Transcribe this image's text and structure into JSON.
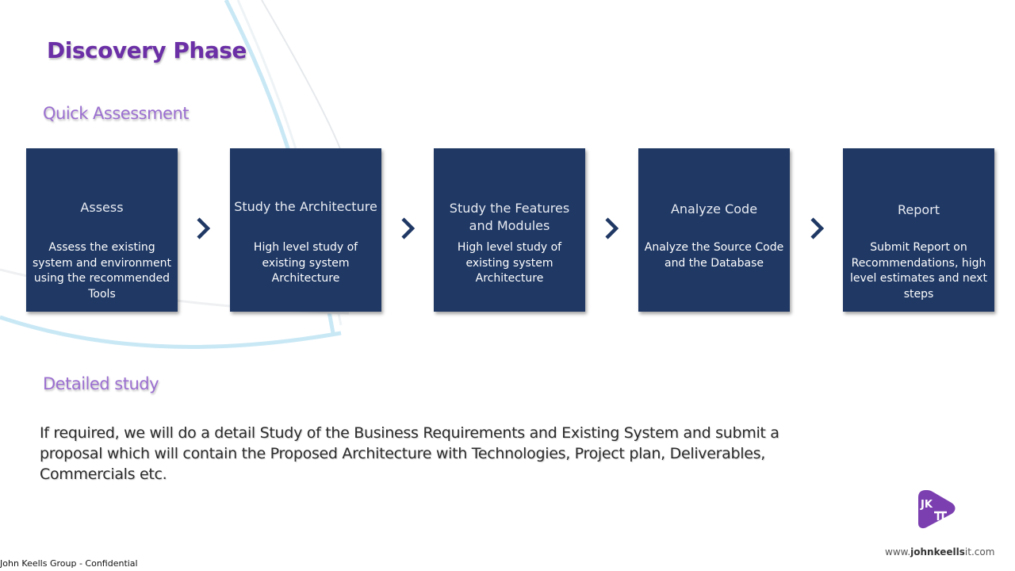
{
  "slide": {
    "title": "Discovery Phase",
    "section1_heading": "Quick Assessment",
    "section2_heading": "Detailed study",
    "detail_text": "If required, we will do a detail Study of the Business Requirements and Existing System and submit a proposal which will contain the Proposed Architecture with Technologies, Project plan, Deliverables, Commercials etc."
  },
  "steps": [
    {
      "title": "Assess",
      "description": "Assess the existing system and environment using the recommended Tools"
    },
    {
      "title": "Study the Architecture",
      "description": "High level study of existing system Architecture"
    },
    {
      "title": "Study the Features and Modules",
      "description": "High level study of existing system Architecture"
    },
    {
      "title": "Analyze Code",
      "description": "Analyze the Source Code and the Database"
    },
    {
      "title": "Report",
      "description": "Submit Report on Recommendations, high level estimates and next steps"
    }
  ],
  "footer": {
    "confidential": "John Keells Group - Confidential",
    "url_prefix": "www.",
    "url_bold": "johnkeells",
    "url_suffix": "it.com",
    "logo_text": "JK"
  },
  "colors": {
    "title": "#6b2fa6",
    "heading": "#9b6fd0",
    "box": "#1f3864",
    "arrow": "#1f3864",
    "logo": "#7b3fb0"
  }
}
